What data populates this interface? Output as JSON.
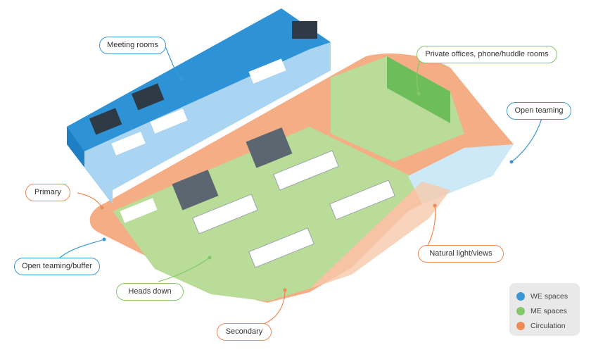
{
  "zones": {
    "meeting_rooms": "Meeting rooms",
    "private_offices": "Private offices, phone/huddle rooms",
    "open_teaming_right": "Open teaming",
    "primary": "Primary",
    "open_teaming_buffer": "Open teaming/buffer",
    "heads_down": "Heads down",
    "secondary": "Secondary",
    "natural_light": "Natural light/views"
  },
  "legend": [
    {
      "label": "WE spaces",
      "color": "#3b97d3"
    },
    {
      "label": "ME spaces",
      "color": "#86c86b"
    },
    {
      "label": "Circulation",
      "color": "#ee8a55"
    }
  ],
  "colors": {
    "we_wall": "#2d93d6",
    "we_wall_dark": "#1f7fc4",
    "we_floor": "#a9d5f2",
    "me_floor": "#b9dc98",
    "me_wall": "#6dbd5a",
    "circulation": "#f4ad85",
    "glass": "#d2ecf9"
  }
}
